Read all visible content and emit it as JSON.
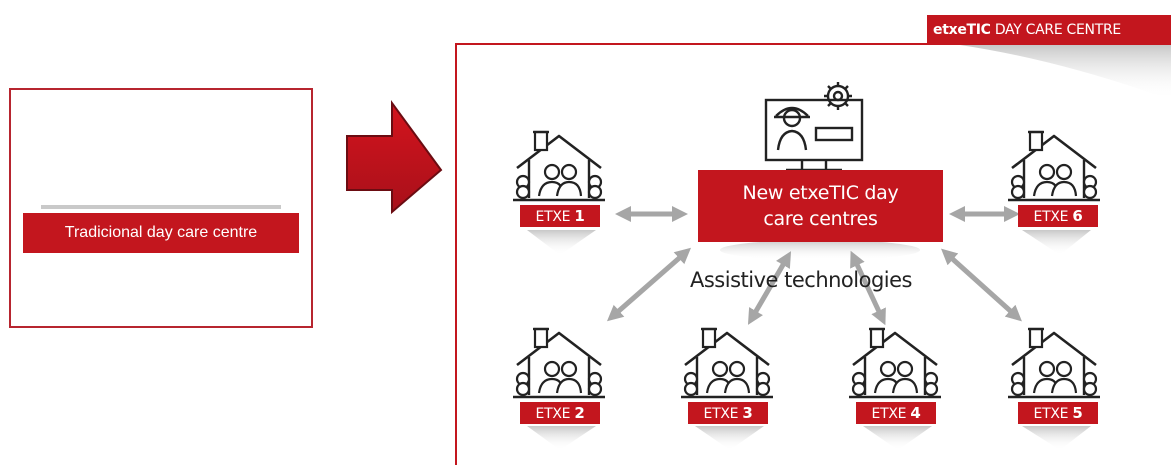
{
  "header_tag": {
    "bold": "etxeTIC",
    "rest": "DAY CARE CENTRE"
  },
  "traditional": {
    "label": "Tradicional day care centre"
  },
  "center": {
    "line1": "New etxeTIC day",
    "line2": "care centres"
  },
  "assistive_label": "Assistive technologies",
  "houses": [
    {
      "prefix": "ETXE",
      "number": "1"
    },
    {
      "prefix": "ETXE",
      "number": "2"
    },
    {
      "prefix": "ETXE",
      "number": "3"
    },
    {
      "prefix": "ETXE",
      "number": "4"
    },
    {
      "prefix": "ETXE",
      "number": "5"
    },
    {
      "prefix": "ETXE",
      "number": "6"
    }
  ],
  "colors": {
    "accent_red": "#c3161e",
    "arrow_grey": "#a6a6a6",
    "icon_grey": "#b3b3b3",
    "icon_dark": "#222222"
  },
  "icons": [
    "house-family-icon",
    "technician-computer-icon",
    "elderly-people-icon",
    "big-red-arrow-icon"
  ]
}
